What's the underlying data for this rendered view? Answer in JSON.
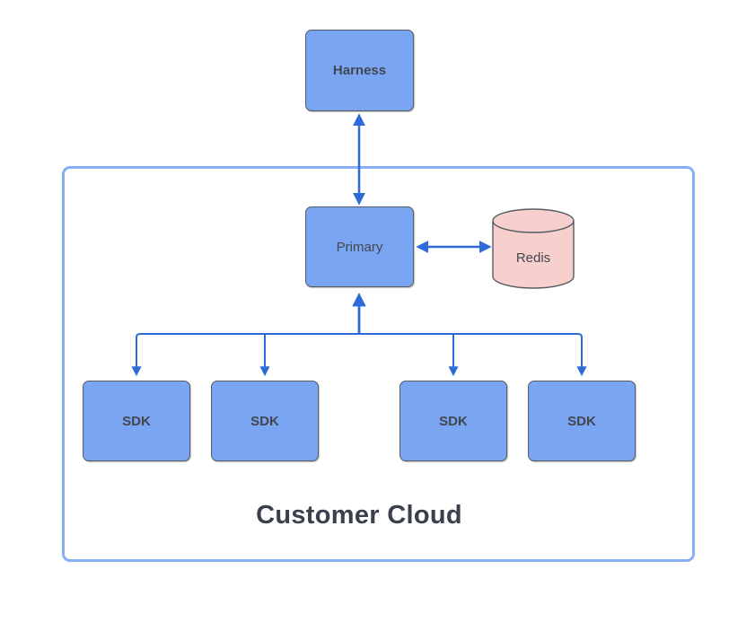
{
  "diagram": {
    "container": {
      "label": "Customer Cloud"
    },
    "nodes": {
      "harness": {
        "label": "Harness"
      },
      "primary": {
        "label": "Primary"
      },
      "redis": {
        "label": "Redis",
        "shape": "cylinder"
      },
      "sdk": [
        {
          "label": "SDK"
        },
        {
          "label": "SDK"
        },
        {
          "label": "SDK"
        },
        {
          "label": "SDK"
        }
      ]
    },
    "edges": [
      {
        "from": "Harness",
        "to": "Primary",
        "arrows": "both"
      },
      {
        "from": "Primary",
        "to": "Redis",
        "arrows": "both"
      },
      {
        "from": "SDK fan-out junction",
        "to": "Primary",
        "arrows": "end"
      },
      {
        "from": "Primary fan-out",
        "to": "SDK 1",
        "arrows": "end"
      },
      {
        "from": "Primary fan-out",
        "to": "SDK 2",
        "arrows": "end"
      },
      {
        "from": "Primary fan-out",
        "to": "SDK 3",
        "arrows": "end"
      },
      {
        "from": "Primary fan-out",
        "to": "SDK 4",
        "arrows": "end"
      }
    ],
    "colors": {
      "node_fill": "#7AA5F2",
      "node_border": "#565C64",
      "node_text": "#42474F",
      "redis_fill": "#F7CFCC",
      "arrow": "#2F6AD9",
      "container_border": "#87AEF6",
      "container_text": "#3B414C"
    }
  }
}
